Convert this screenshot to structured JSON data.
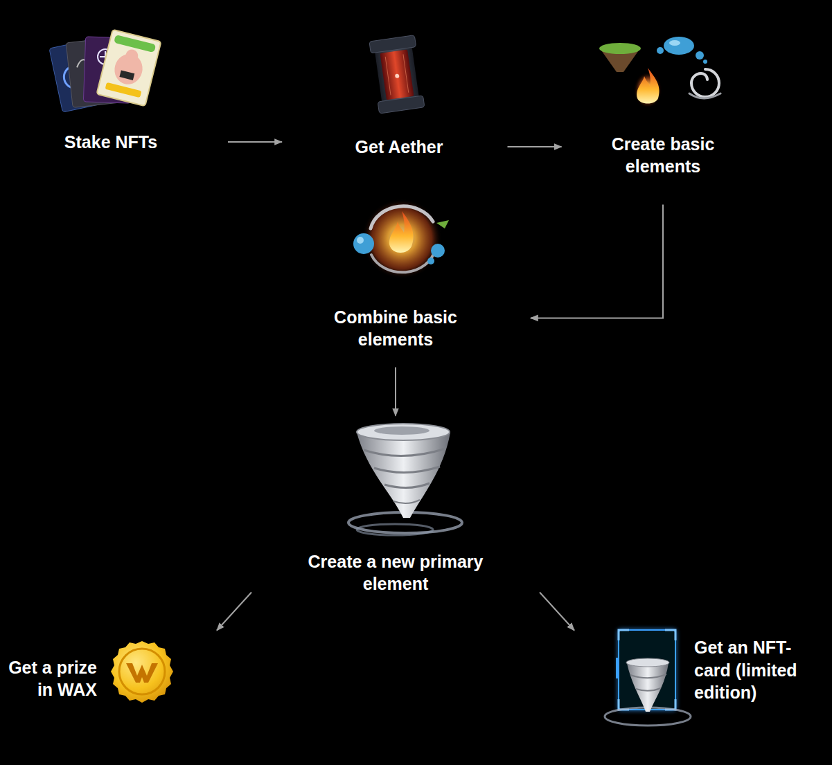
{
  "diagram": {
    "nodes": [
      {
        "text": [
          "Stake NFTs"
        ]
      },
      {
        "text": [
          "Get Aether"
        ]
      },
      {
        "text": [
          "Create basic elements"
        ]
      },
      {
        "text": [
          "Combine basic elements"
        ]
      },
      {
        "text": [
          "Create a new primary element"
        ]
      },
      {
        "text": [
          "Get a prize in WAX"
        ]
      },
      {
        "text": [
          "Get an NFT-card (limited edition)"
        ]
      }
    ],
    "edges": [
      {
        "from": 0,
        "to": 1,
        "arrow": "to"
      },
      {
        "from": 1,
        "to": 2,
        "arrow": "to"
      },
      {
        "from": 2,
        "to": 3,
        "arrow": "to"
      },
      {
        "from": 3,
        "to": 4,
        "arrow": "to"
      },
      {
        "from": 4,
        "to": 5,
        "arrow": "to"
      },
      {
        "from": 4,
        "to": 6,
        "arrow": "to"
      }
    ]
  }
}
